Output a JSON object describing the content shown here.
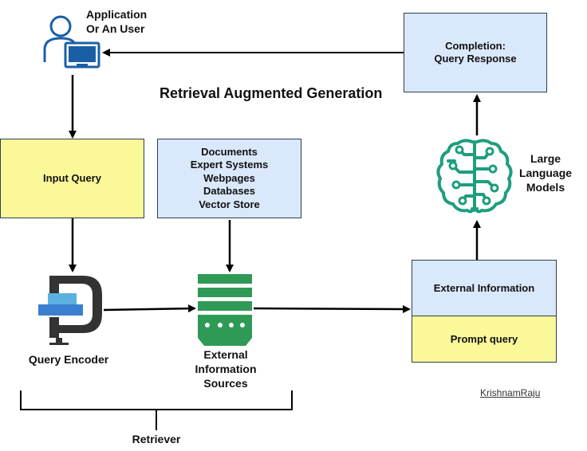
{
  "title": "Retrieval Augmented Generation",
  "user_label": "Application\nOr An User",
  "completion_label": "Completion:\nQuery Response",
  "input_query_label": "Input Query",
  "documents_label": "Documents\nExpert Systems\nWebpages\nDatabases\nVector Store",
  "llm_label": "Large\nLanguage\nModels",
  "external_information_label": "External Information",
  "prompt_query_label": "Prompt query",
  "query_encoder_label": "Query Encoder",
  "sources_label": "External\nInformation\nSources",
  "retriever_label": "Retriever",
  "signature": "KrishnamRaju",
  "colors": {
    "blue_box": "#dae8fc",
    "yellow_box": "#fbf89a",
    "llm_icon": "#1e9e7e",
    "server_icon": "#2e9a55",
    "user_icon": "#1a5fa6",
    "encoder_dark": "#333333",
    "encoder_light": "#5bb0e0",
    "encoder_mid": "#3a7fd0"
  },
  "icons": [
    "user-computer-icon",
    "brain-circuit-icon",
    "server-rack-icon",
    "clamp-encoder-icon"
  ]
}
